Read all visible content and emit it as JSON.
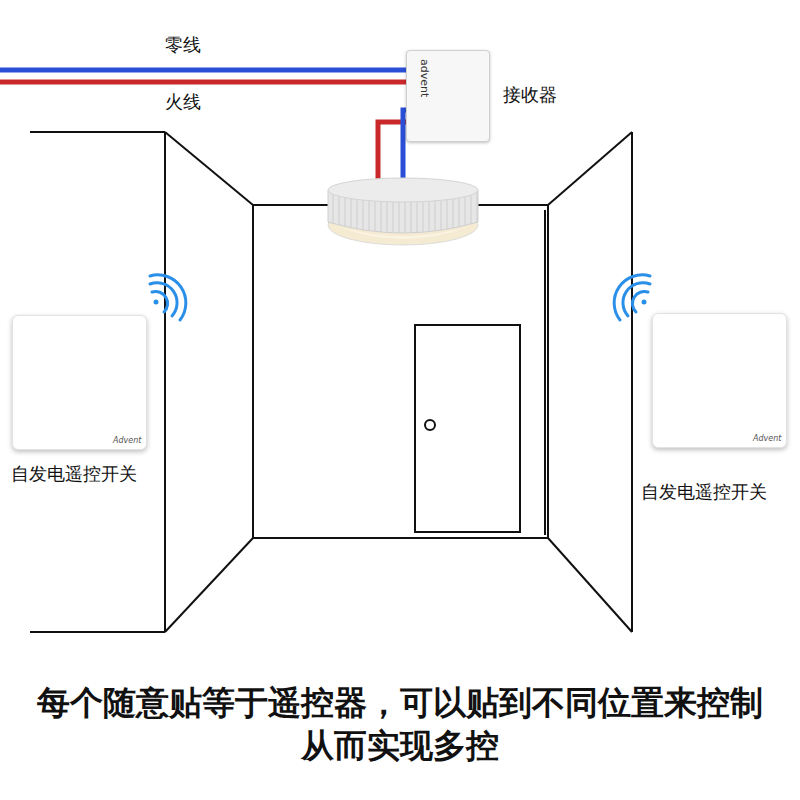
{
  "diagram": {
    "caption": "每个随意贴等于遥控器，可以贴到不同位置来控制 从而实现多控",
    "nodes": [
      {
        "text": [
          "advent",
          "接收器"
        ]
      },
      {
        "text": [
          "Advent",
          "自发电遥控开关"
        ]
      },
      {
        "text": [
          "Advent",
          "自发电遥控开关"
        ]
      }
    ],
    "labels": [
      "零线",
      "火线"
    ]
  }
}
